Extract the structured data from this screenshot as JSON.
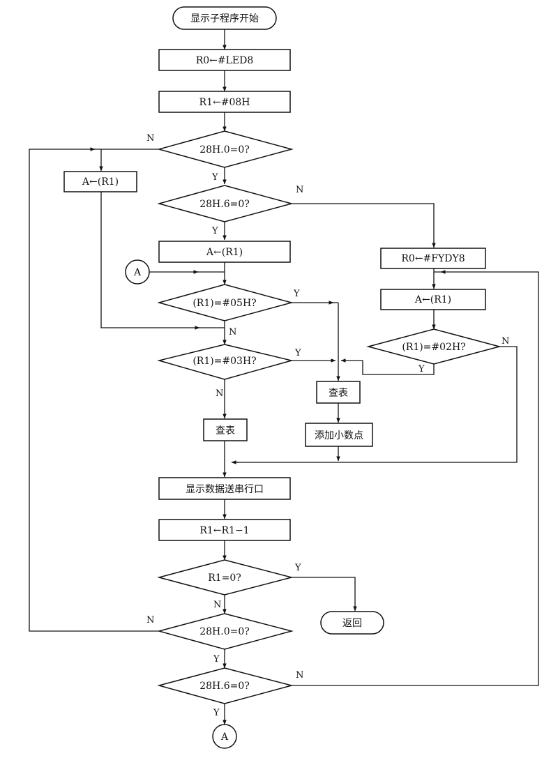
{
  "flowchart": {
    "start": "显示子程序开始",
    "set_r0_led8": "R0←#LED8",
    "set_r1_08h": "R1←#08H",
    "dec_28h0_top": "28H.0=0?",
    "a_from_r1_left": "A←(R1)",
    "dec_28h6_top": "28H.6=0?",
    "a_from_r1_mid": "A←(R1)",
    "set_r0_fydy8": "R0←#FYDY8",
    "a_from_r1_right": "A←(R1)",
    "dec_r1_05h": "(R1)=#05H?",
    "dec_r1_03h": "(R1)=#03H?",
    "dec_r1_02h": "(R1)=#02H?",
    "lookup_left": "查表",
    "lookup_right": "查表",
    "add_decimal_point": "添加小数点",
    "send_serial": "显示数据送串行口",
    "decrement_r1": "R1←R1−1",
    "dec_r1_zero": "R1=0?",
    "return": "返回",
    "dec_28h0_bottom": "28H.0=0?",
    "dec_28h6_bottom": "28H.6=0?",
    "connector_a": "A",
    "yes": "Y",
    "no": "N"
  }
}
